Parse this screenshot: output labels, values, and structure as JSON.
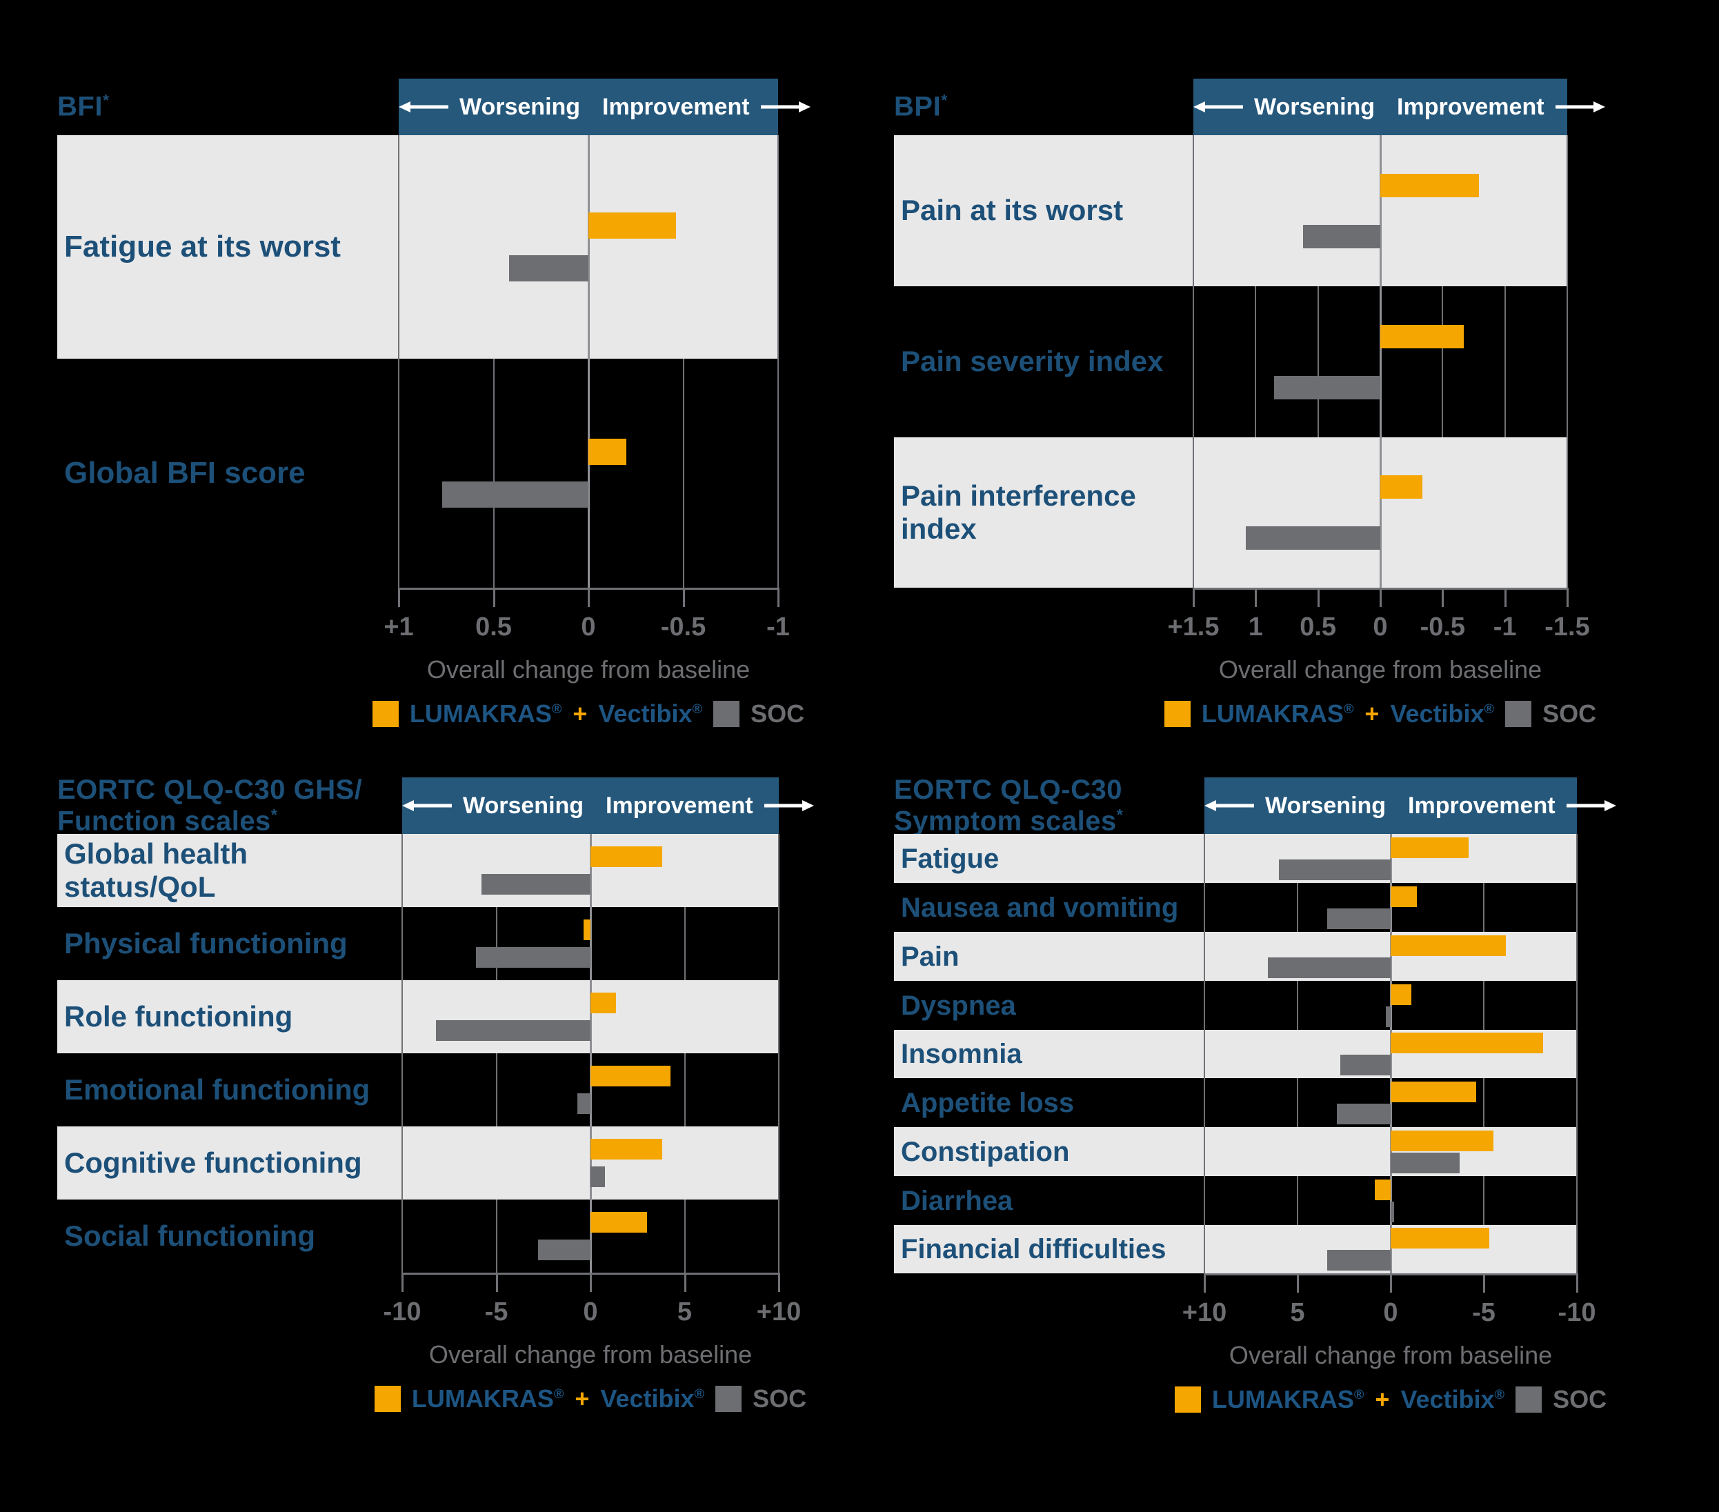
{
  "colors": {
    "background": "#000000",
    "header_blue": "#26587C",
    "row_gray": "#E8E8E9",
    "lumakras_orange": "#F5A600",
    "soc_gray": "#6D6E71",
    "label_blue": "#1D5078",
    "legend_text_blue": "#1D5583",
    "axis_text_gray": "#6D6E71",
    "gridline": "#707175",
    "zero_line": "#8F9094",
    "header_divider": "#CDCED0",
    "header_text": "#FFFFFF"
  },
  "header": {
    "worsening": "Worsening",
    "improvement": "Improvement"
  },
  "caption": "Overall change from baseline",
  "legend": {
    "lumakras": "LUMAKRAS",
    "vectibix": "Vectibix",
    "registered": "®",
    "plus": "+",
    "soc": "SOC"
  },
  "chart_data": [
    {
      "type": "bar",
      "orientation": "horizontal",
      "id": "bfi",
      "title_lines": [
        "BFI*"
      ],
      "legend_position": "bottom",
      "grid": "partial",
      "axis": {
        "tick_labels": [
          "+1",
          "0.5",
          "0",
          "-0.5",
          "-1"
        ],
        "tick_values": [
          1,
          0.5,
          0,
          -0.5,
          -1
        ],
        "xlabel": "Overall change from baseline"
      },
      "series_names": [
        "LUMAKRAS® + Vectibix®",
        "SOC"
      ],
      "rows": [
        {
          "category": "Fatigue at its worst",
          "lumakras": -0.46,
          "soc": 0.42,
          "band": "gray"
        },
        {
          "category": "Global BFI score",
          "lumakras": -0.2,
          "soc": 0.77,
          "band": "black"
        }
      ]
    },
    {
      "type": "bar",
      "orientation": "horizontal",
      "id": "bpi",
      "title_lines": [
        "BPI*"
      ],
      "legend_position": "bottom",
      "grid": "partial",
      "axis": {
        "tick_labels": [
          "+1.5",
          "1",
          "0.5",
          "0",
          "-0.5",
          "-1",
          "-1.5"
        ],
        "tick_values": [
          1.5,
          1,
          0.5,
          0,
          -0.5,
          -1,
          -1.5
        ],
        "xlabel": "Overall change from baseline"
      },
      "series_names": [
        "LUMAKRAS® + Vectibix®",
        "SOC"
      ],
      "rows": [
        {
          "category": "Pain at its worst",
          "lumakras": -0.79,
          "soc": 0.62,
          "band": "gray"
        },
        {
          "category": "Pain severity index",
          "lumakras": -0.67,
          "soc": 0.85,
          "band": "black"
        },
        {
          "category": "Pain interference index",
          "lumakras": -0.34,
          "soc": 1.08,
          "band": "gray"
        }
      ]
    },
    {
      "type": "bar",
      "orientation": "horizontal",
      "id": "eortc-function",
      "title_lines": [
        "EORTC QLQ-C30 GHS/",
        "Function scales*"
      ],
      "legend_position": "bottom",
      "grid": "partial",
      "axis": {
        "tick_labels": [
          "-10",
          "-5",
          "0",
          "5",
          "+10"
        ],
        "tick_values": [
          -10,
          -5,
          0,
          5,
          10
        ],
        "xlabel": "Overall change from baseline"
      },
      "series_names": [
        "LUMAKRAS® + Vectibix®",
        "SOC"
      ],
      "rows": [
        {
          "category": "Global health status/QoL",
          "lumakras": 3.8,
          "soc": -5.8,
          "band": "gray"
        },
        {
          "category": "Physical functioning",
          "lumakras": -0.35,
          "soc": -6.1,
          "band": "black"
        },
        {
          "category": "Role functioning",
          "lumakras": 1.35,
          "soc": -8.2,
          "band": "gray"
        },
        {
          "category": "Emotional functioning",
          "lumakras": 4.25,
          "soc": -0.7,
          "band": "black"
        },
        {
          "category": "Cognitive functioning",
          "lumakras": 3.8,
          "soc": 0.75,
          "band": "gray"
        },
        {
          "category": "Social functioning",
          "lumakras": 3.0,
          "soc": -2.8,
          "band": "black"
        }
      ]
    },
    {
      "type": "bar",
      "orientation": "horizontal",
      "id": "eortc-symptom",
      "title_lines": [
        "EORTC QLQ-C30",
        "Symptom scales*"
      ],
      "legend_position": "bottom",
      "grid": "partial",
      "axis": {
        "tick_labels": [
          "+10",
          "5",
          "0",
          "-5",
          "-10"
        ],
        "tick_values": [
          10,
          5,
          0,
          -5,
          -10
        ],
        "xlabel": "Overall change from baseline"
      },
      "series_names": [
        "LUMAKRAS® + Vectibix®",
        "SOC"
      ],
      "rows": [
        {
          "category": "Fatigue",
          "lumakras": -4.2,
          "soc": 6.0,
          "band": "gray"
        },
        {
          "category": "Nausea and vomiting",
          "lumakras": -1.4,
          "soc": 3.4,
          "band": "black"
        },
        {
          "category": "Pain",
          "lumakras": -6.2,
          "soc": 6.6,
          "band": "gray"
        },
        {
          "category": "Dyspnea",
          "lumakras": -1.1,
          "soc": 0.25,
          "band": "black"
        },
        {
          "category": "Insomnia",
          "lumakras": -8.2,
          "soc": 2.7,
          "band": "gray"
        },
        {
          "category": "Appetite loss",
          "lumakras": -4.6,
          "soc": 2.9,
          "band": "black"
        },
        {
          "category": "Constipation",
          "lumakras": -5.5,
          "soc": -3.7,
          "band": "gray"
        },
        {
          "category": "Diarrhea",
          "lumakras": 0.85,
          "soc": -0.2,
          "band": "black"
        },
        {
          "category": "Financial difficulties",
          "lumakras": -5.3,
          "soc": 3.4,
          "band": "gray"
        }
      ]
    }
  ]
}
